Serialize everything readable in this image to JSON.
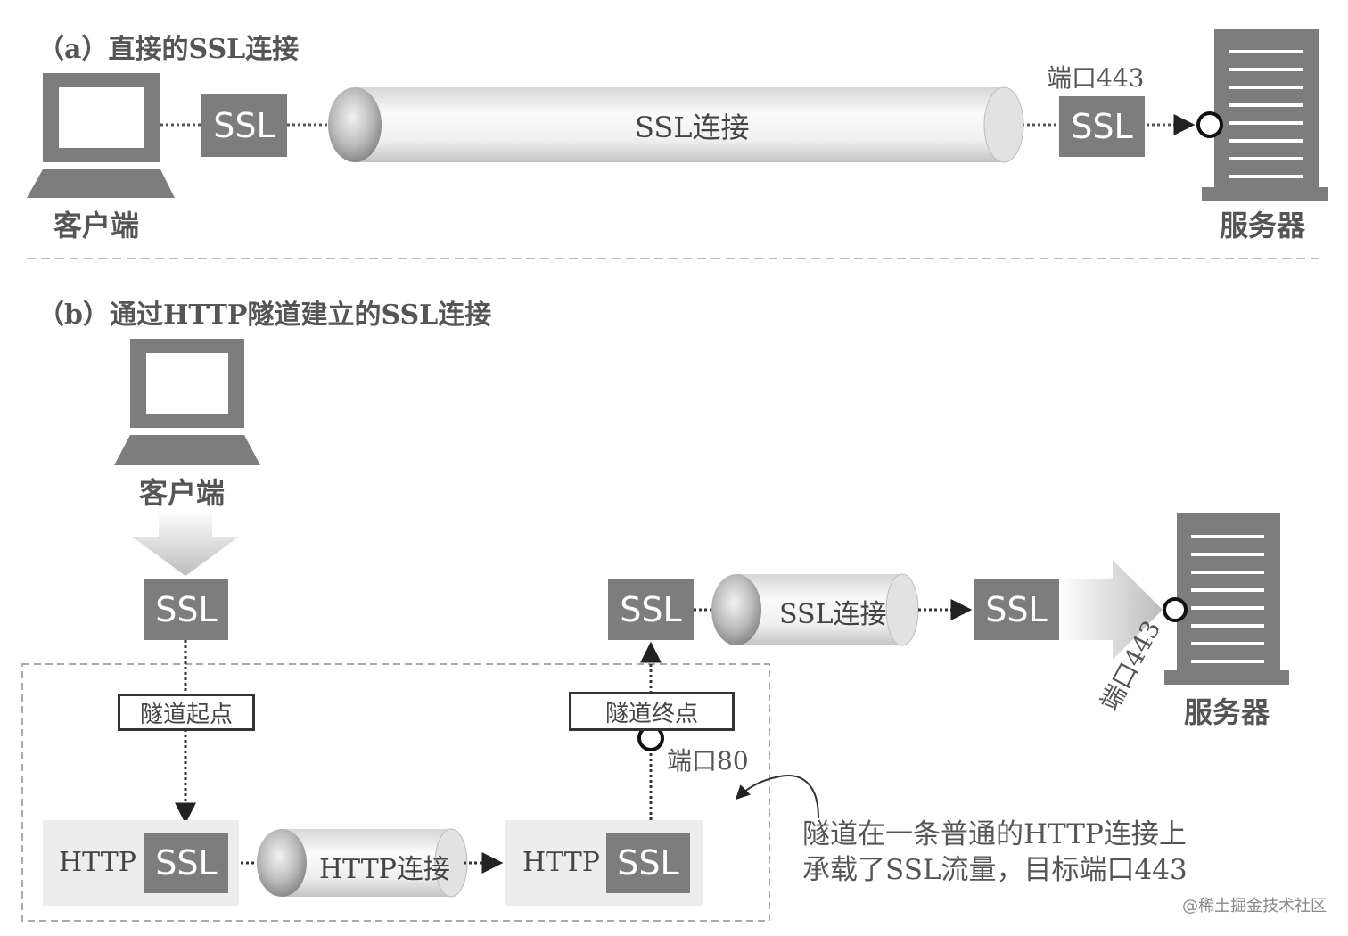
{
  "part_a": {
    "heading": "（a）直接的SSL连接",
    "client_label": "客户端",
    "server_label": "服务器",
    "ssl_left": "SSL",
    "ssl_right": "SSL",
    "pipe_label": "SSL连接",
    "port_label": "端口443"
  },
  "part_b": {
    "heading": "（b）通过HTTP隧道建立的SSL连接",
    "client_label": "客户端",
    "server_label": "服务器",
    "ssl_client": "SSL",
    "tunnel_start": "隧道起点",
    "tunnel_end": "隧道终点",
    "port80": "端口80",
    "http_left": "HTTP",
    "ssl_http_left": "SSL",
    "http_pipe_label": "HTTP连接",
    "http_right": "HTTP",
    "ssl_http_right": "SSL",
    "ssl_upper_left": "SSL",
    "ssl_pipe_label": "SSL连接",
    "ssl_upper_right": "SSL",
    "port443_rotated": "端口443",
    "note_line1": "隧道在一条普通的HTTP连接上",
    "note_line2": "承载了SSL流量，目标端口443"
  },
  "watermark": "@稀土掘金技术社区"
}
